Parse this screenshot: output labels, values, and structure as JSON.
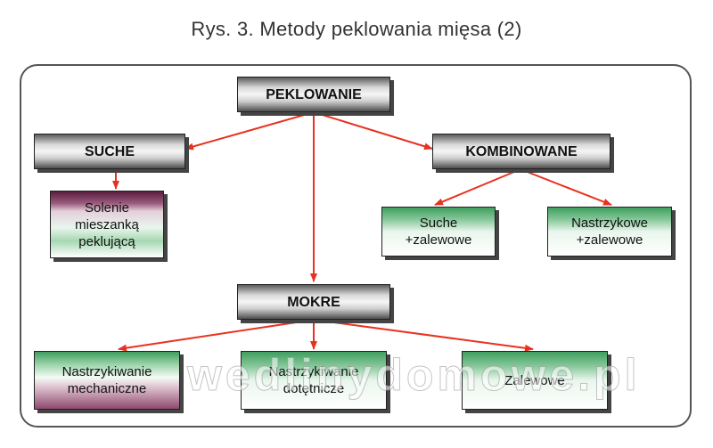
{
  "title": "Rys. 3. Metody peklowania mięsa (2)",
  "nodes": {
    "peklowanie": "PEKLOWANIE",
    "suche": "SUCHE",
    "kombinowane": "KOMBINOWANE",
    "mokre": "MOKRE",
    "solenie": "Solenie\nmieszanką\npeklującą",
    "suche_zalewowe": "Suche\n+zalewowe",
    "nastrzykowe_zalewowe": "Nastrzykowe\n+zalewowe",
    "nastrzykiwanie_mechaniczne": "Nastrzykiwanie\nmechaniczne",
    "nastrzykiwanie_dotetnicze": "Nastrzykiwanie\ndotętnicze",
    "zalewowe": "Zalewowe"
  },
  "watermark": "wedlinydomowe.pl",
  "colors": {
    "arrow": "#e8321f",
    "border": "#555555"
  }
}
